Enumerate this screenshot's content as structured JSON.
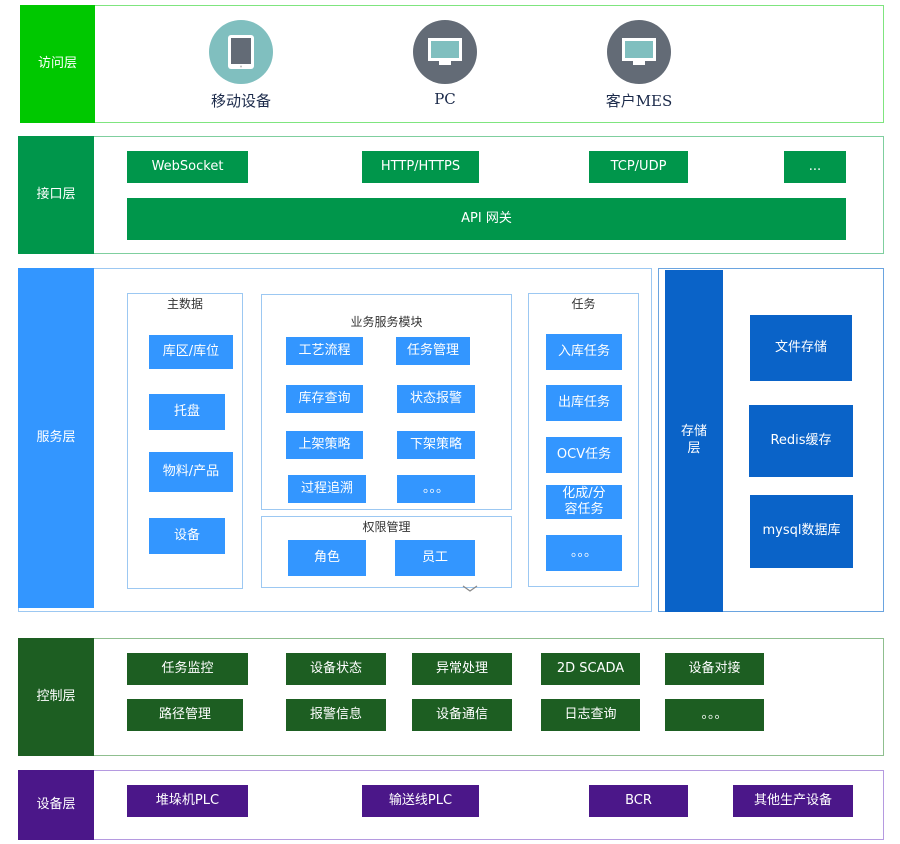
{
  "access_layer": {
    "label": "访问层",
    "devices": [
      {
        "name": "移动设备",
        "icon": "tablet-icon",
        "circle_color": "#80bfbf"
      },
      {
        "name": "PC",
        "icon": "monitor-icon",
        "circle_color": "#636b76"
      },
      {
        "name": "客户MES",
        "icon": "monitor-icon",
        "circle_color": "#636b76"
      }
    ]
  },
  "interface_layer": {
    "label": "接口层",
    "protocols": [
      "WebSocket",
      "HTTP/HTTPS",
      "TCP/UDP",
      "..."
    ],
    "gateway": "API 网关"
  },
  "service_layer": {
    "label": "服务层",
    "master_data": {
      "title": "主数据",
      "items": [
        "库区/库位",
        "托盘",
        "物料/产品",
        "设备"
      ]
    },
    "business": {
      "title": "业务服务模块",
      "items": [
        "工艺流程",
        "任务管理",
        "库存查询",
        "状态报警",
        "上架策略",
        "下架策略",
        "过程追溯",
        "。。。"
      ]
    },
    "permission": {
      "title": "权限管理",
      "items": [
        "角色",
        "员工"
      ]
    },
    "tasks": {
      "title": "任务",
      "items": [
        "入库任务",
        "出库任务",
        "OCV任务",
        "化成/分\n容任务",
        "。。。"
      ]
    }
  },
  "storage_layer": {
    "label": "存储\n层",
    "items": [
      "文件存储",
      "Redis缓存",
      "mysql数据库"
    ]
  },
  "control_layer": {
    "label": "控制层",
    "items": [
      "任务监控",
      "设备状态",
      "异常处理",
      "2D SCADA",
      "设备对接",
      "路径管理",
      "报警信息",
      "设备通信",
      "日志查询",
      "。。。"
    ]
  },
  "device_layer": {
    "label": "设备层",
    "items": [
      "堆垛机PLC",
      "输送线PLC",
      "BCR",
      "其他生产设备"
    ]
  },
  "colors": {
    "access": "#00c800",
    "interface": "#00964b",
    "service": "#3396ff",
    "storage": "#0a63c8",
    "control": "#1d5e22",
    "device": "#4b1789"
  }
}
